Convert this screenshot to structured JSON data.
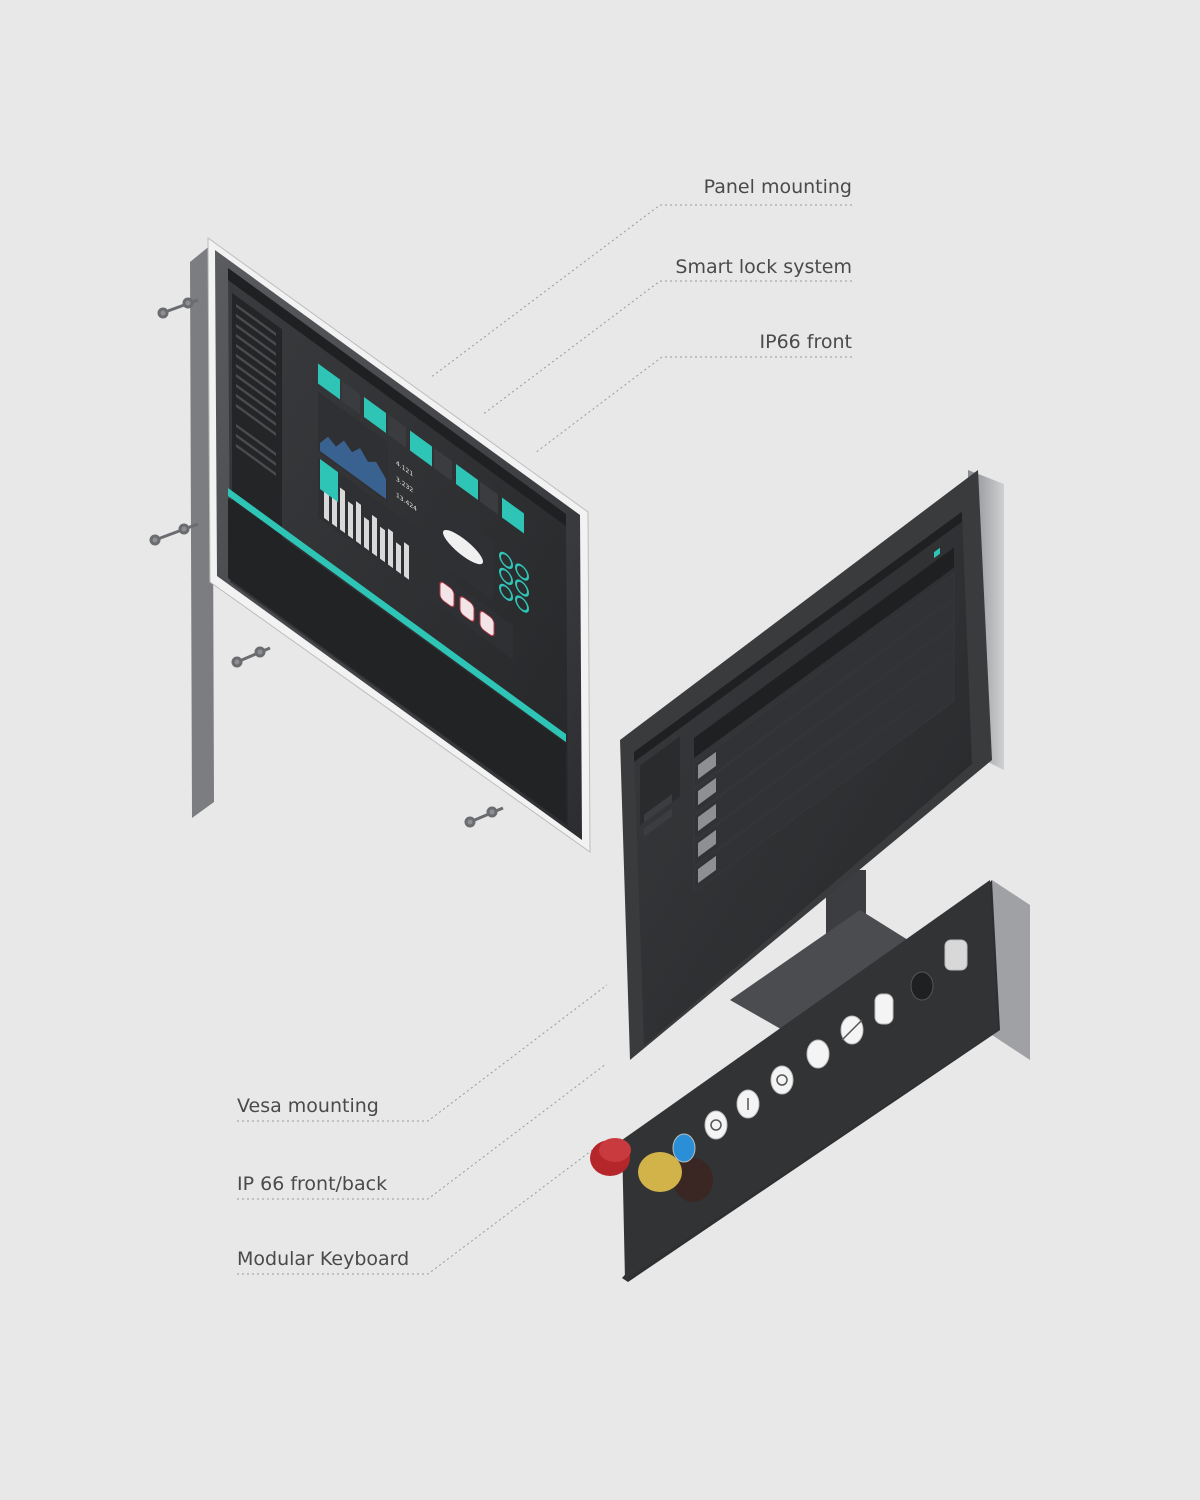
{
  "callouts_top": [
    {
      "id": "panel-mounting",
      "label": "Panel mounting"
    },
    {
      "id": "smart-lock-system",
      "label": "Smart lock system"
    },
    {
      "id": "ip66-front",
      "label": "IP66 front"
    }
  ],
  "callouts_bottom": [
    {
      "id": "vesa-mounting",
      "label": "Vesa mounting"
    },
    {
      "id": "ip66-front-back",
      "label": "IP 66 front/back"
    },
    {
      "id": "modular-keyboard",
      "label": "Modular Keyboard"
    }
  ],
  "screen_a": {
    "readouts": [
      "4.121",
      "3.232",
      "13.424"
    ]
  },
  "colors": {
    "background": "#e8e8e8",
    "accent": "#2ec4b6",
    "bezel": "#3a3b3d",
    "screen": "#2b2c2e",
    "leader": "#9a9a9a",
    "estop": "#b5262b",
    "blue_button": "#2a8fd6",
    "yellow_ring": "#d1b34a"
  },
  "icons": [
    "mounting-bolt-icon",
    "emergency-stop-icon",
    "selector-switch-icon",
    "usb-port-icon"
  ]
}
